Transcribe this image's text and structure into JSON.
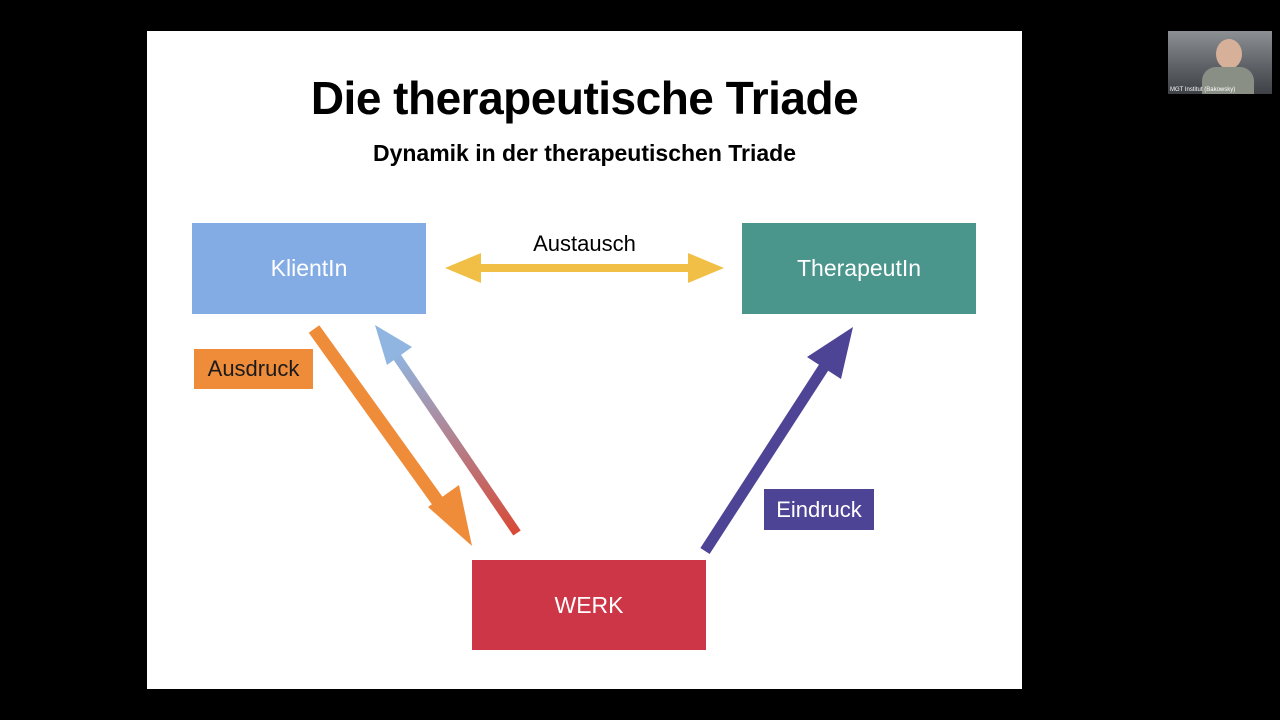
{
  "slide": {
    "title": "Die therapeutische Triade",
    "subtitle": "Dynamik in der therapeutischen Triade",
    "nodes": {
      "client": "KlientIn",
      "therapist": "TherapeutIn",
      "work": "WERK"
    },
    "labels": {
      "exchange": "Austausch",
      "expression": "Ausdruck",
      "impression": "Eindruck"
    },
    "colors": {
      "client": "#83abe4",
      "therapist": "#4a958c",
      "work": "#cd3646",
      "exchange_arrow": "#f1bf45",
      "expression_arrow": "#ef8c3a",
      "impression_arrow": "#4e4496"
    }
  },
  "video_participant": {
    "caption": "MGT Institut  (Bakowsky)"
  }
}
